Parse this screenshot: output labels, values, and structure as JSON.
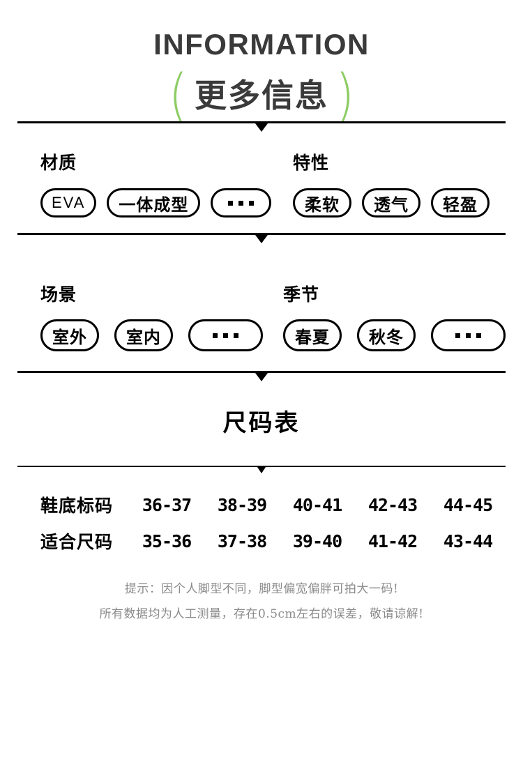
{
  "header": {
    "title": "INFORMATION",
    "paren_left": "(",
    "paren_right": ")",
    "subtitle": "更多信息",
    "accent_color": "#8dcc63",
    "title_color": "#3a3a3a"
  },
  "sections": [
    {
      "left": {
        "label": "材质",
        "tags": [
          {
            "text": "EVA",
            "style": "latin"
          },
          {
            "text": "一体成型",
            "style": "cjk"
          },
          {
            "text": "···",
            "style": "dots"
          }
        ]
      },
      "right": {
        "label": "特性",
        "tags": [
          {
            "text": "柔软",
            "style": "cjk"
          },
          {
            "text": "透气",
            "style": "cjk"
          },
          {
            "text": "轻盈",
            "style": "cjk"
          }
        ]
      }
    },
    {
      "left": {
        "label": "场景",
        "tags": [
          {
            "text": "室外",
            "style": "cjk"
          },
          {
            "text": "室内",
            "style": "cjk"
          },
          {
            "text": "···",
            "style": "dots"
          }
        ]
      },
      "right": {
        "label": "季节",
        "tags": [
          {
            "text": "春夏",
            "style": "cjk"
          },
          {
            "text": "秋冬",
            "style": "cjk"
          },
          {
            "text": "···",
            "style": "dots"
          }
        ]
      }
    }
  ],
  "size_chart": {
    "title": "尺码表",
    "rows": [
      {
        "label": "鞋底标码",
        "values": [
          "36-37",
          "38-39",
          "40-41",
          "42-43",
          "44-45"
        ]
      },
      {
        "label": "适合尺码",
        "values": [
          "35-36",
          "37-38",
          "39-40",
          "41-42",
          "43-44"
        ]
      }
    ],
    "notes": [
      "提示：因个人脚型不同，脚型偏宽偏胖可拍大一码!",
      "所有数据均为人工测量，存在0.5cm左右的误差，敬请谅解!"
    ]
  }
}
